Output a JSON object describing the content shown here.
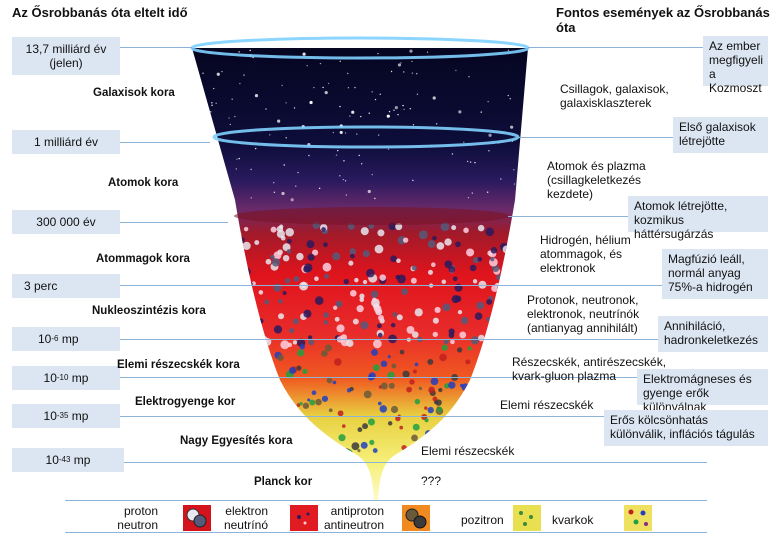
{
  "header": {
    "left_title": "Az Ősrobbanás óta eltelt idő",
    "right_title": "Fontos események az Ősrobbanás óta"
  },
  "times": [
    {
      "label": "13,7 milliárd év (jelen)"
    },
    {
      "label": "1 milliárd év"
    },
    {
      "label": "300 000 év"
    },
    {
      "label": "3 perc"
    },
    {
      "base": "10",
      "exp": "-6",
      "unit": "mp"
    },
    {
      "base": "10",
      "exp": "-10",
      "unit": "mp"
    },
    {
      "base": "10",
      "exp": "-35",
      "unit": "mp"
    },
    {
      "base": "10",
      "exp": "-43",
      "unit": "mp"
    }
  ],
  "eras": [
    "Galaxisok kora",
    "Atomok kora",
    "Atommagok kora",
    "Nukleoszintézis kora",
    "Elemi részecskék kora",
    "Elektrogyenge kor",
    "Nagy Egyesítés kora",
    "Planck kor"
  ],
  "descriptions": [
    "Csillagok, galaxisok, galaxisklaszterek",
    "Atomok és plazma (csillagkeletkezés kezdete)",
    "Hidrogén, hélium atommagok, és elektronok",
    "Protonok, neutronok, elektronok, neutrínók (antianyag annihilált)",
    "Részecskék, antirészecskék, kvark-gluon plazma",
    "Elemi részecskék",
    "Elemi részecskék",
    "???"
  ],
  "events": [
    "Az ember megfigyeli a Kozmoszt",
    "Első galaxisok létrejötte",
    "Atomok létrejötte, kozmikus háttérsugárzás",
    "Magfúzió leáll, normál anyag 75%-a hidrogén",
    "Annihiláció, hadronkeletkezés",
    "Elektromágneses és gyenge erők különválnak",
    "Erős kölcsönhatás különválik, inflációs tágulás"
  ],
  "legend": {
    "proton": "proton",
    "neutron": "neutron",
    "electron": "elektron",
    "neutrino": "neutrínó",
    "antiproton": "antiproton",
    "antineutron": "antineutron",
    "positron": "pozitron",
    "quarks": "kvarkok"
  },
  "colors": {
    "box_fill": "#dce6f2",
    "line": "#8db3d9",
    "space": "#0a0a2e",
    "plasma_red": "#d4141c",
    "particles_yellow": "#e8d84a"
  }
}
